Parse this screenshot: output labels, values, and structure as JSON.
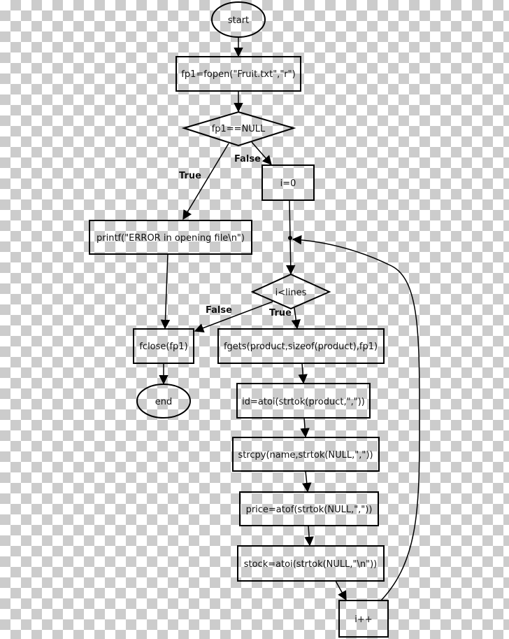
{
  "nodes": {
    "start": "start",
    "fopen": "fp1=fopen(\"Fruit.txt\",\"r\")",
    "null_check": "fp1==NULL",
    "init_i": "i=0",
    "printf": "printf(\"ERROR in opening file\\n\")",
    "loop_check": "i<lines",
    "fclose": "fclose(fp1)",
    "end": "end",
    "fgets": "fgets(product,sizeof(product),fp1)",
    "id": "id=atoi(strtok(product,\",\"))",
    "strcpy": "strcpy(name,strtok(NULL,\",\"))",
    "price": "price=atof(strtok(NULL,\",\"))",
    "stock": "stock=atoi(strtok(NULL,\"\\n\"))",
    "increment": "i++"
  },
  "edge_labels": {
    "null_true": "True",
    "null_false": "False",
    "loop_false": "False",
    "loop_true": "True"
  }
}
